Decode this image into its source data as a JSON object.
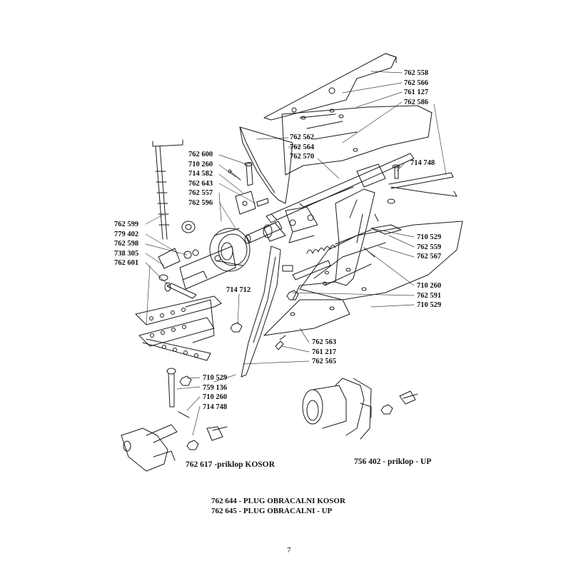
{
  "callouts": {
    "top_right": [
      "762 558",
      "762 566",
      "761 127",
      "762 586"
    ],
    "moldboard": [
      "762 562",
      "762 564",
      "762 570"
    ],
    "pin_group": [
      "762 600",
      "710 260",
      "714 582",
      "762 643",
      "762 557",
      "762 596"
    ],
    "hitch_pin": [
      "714 748"
    ],
    "left_group": [
      "762 599",
      "779 402",
      "762 598",
      "738 305",
      "762 601"
    ],
    "right_mid": [
      "710 529",
      "762 559",
      "762 567"
    ],
    "right_low": [
      "710 260",
      "762 591",
      "710 529"
    ],
    "nut": [
      "714 712"
    ],
    "share": [
      "762 563",
      "761 217",
      "762 565"
    ],
    "hitch_bolt": [
      "710 529",
      "759 136",
      "710 260",
      "714 748"
    ]
  },
  "captions": {
    "kosor": "762 617 -priklop KOSOR",
    "up": "756 402 - priklop - UP"
  },
  "footer": {
    "line1": "762 644  -  PLUG OBRACALNI KOSOR",
    "line2": "762 645  -  PLUG OBRACALNI - UP"
  },
  "page_number": "7"
}
